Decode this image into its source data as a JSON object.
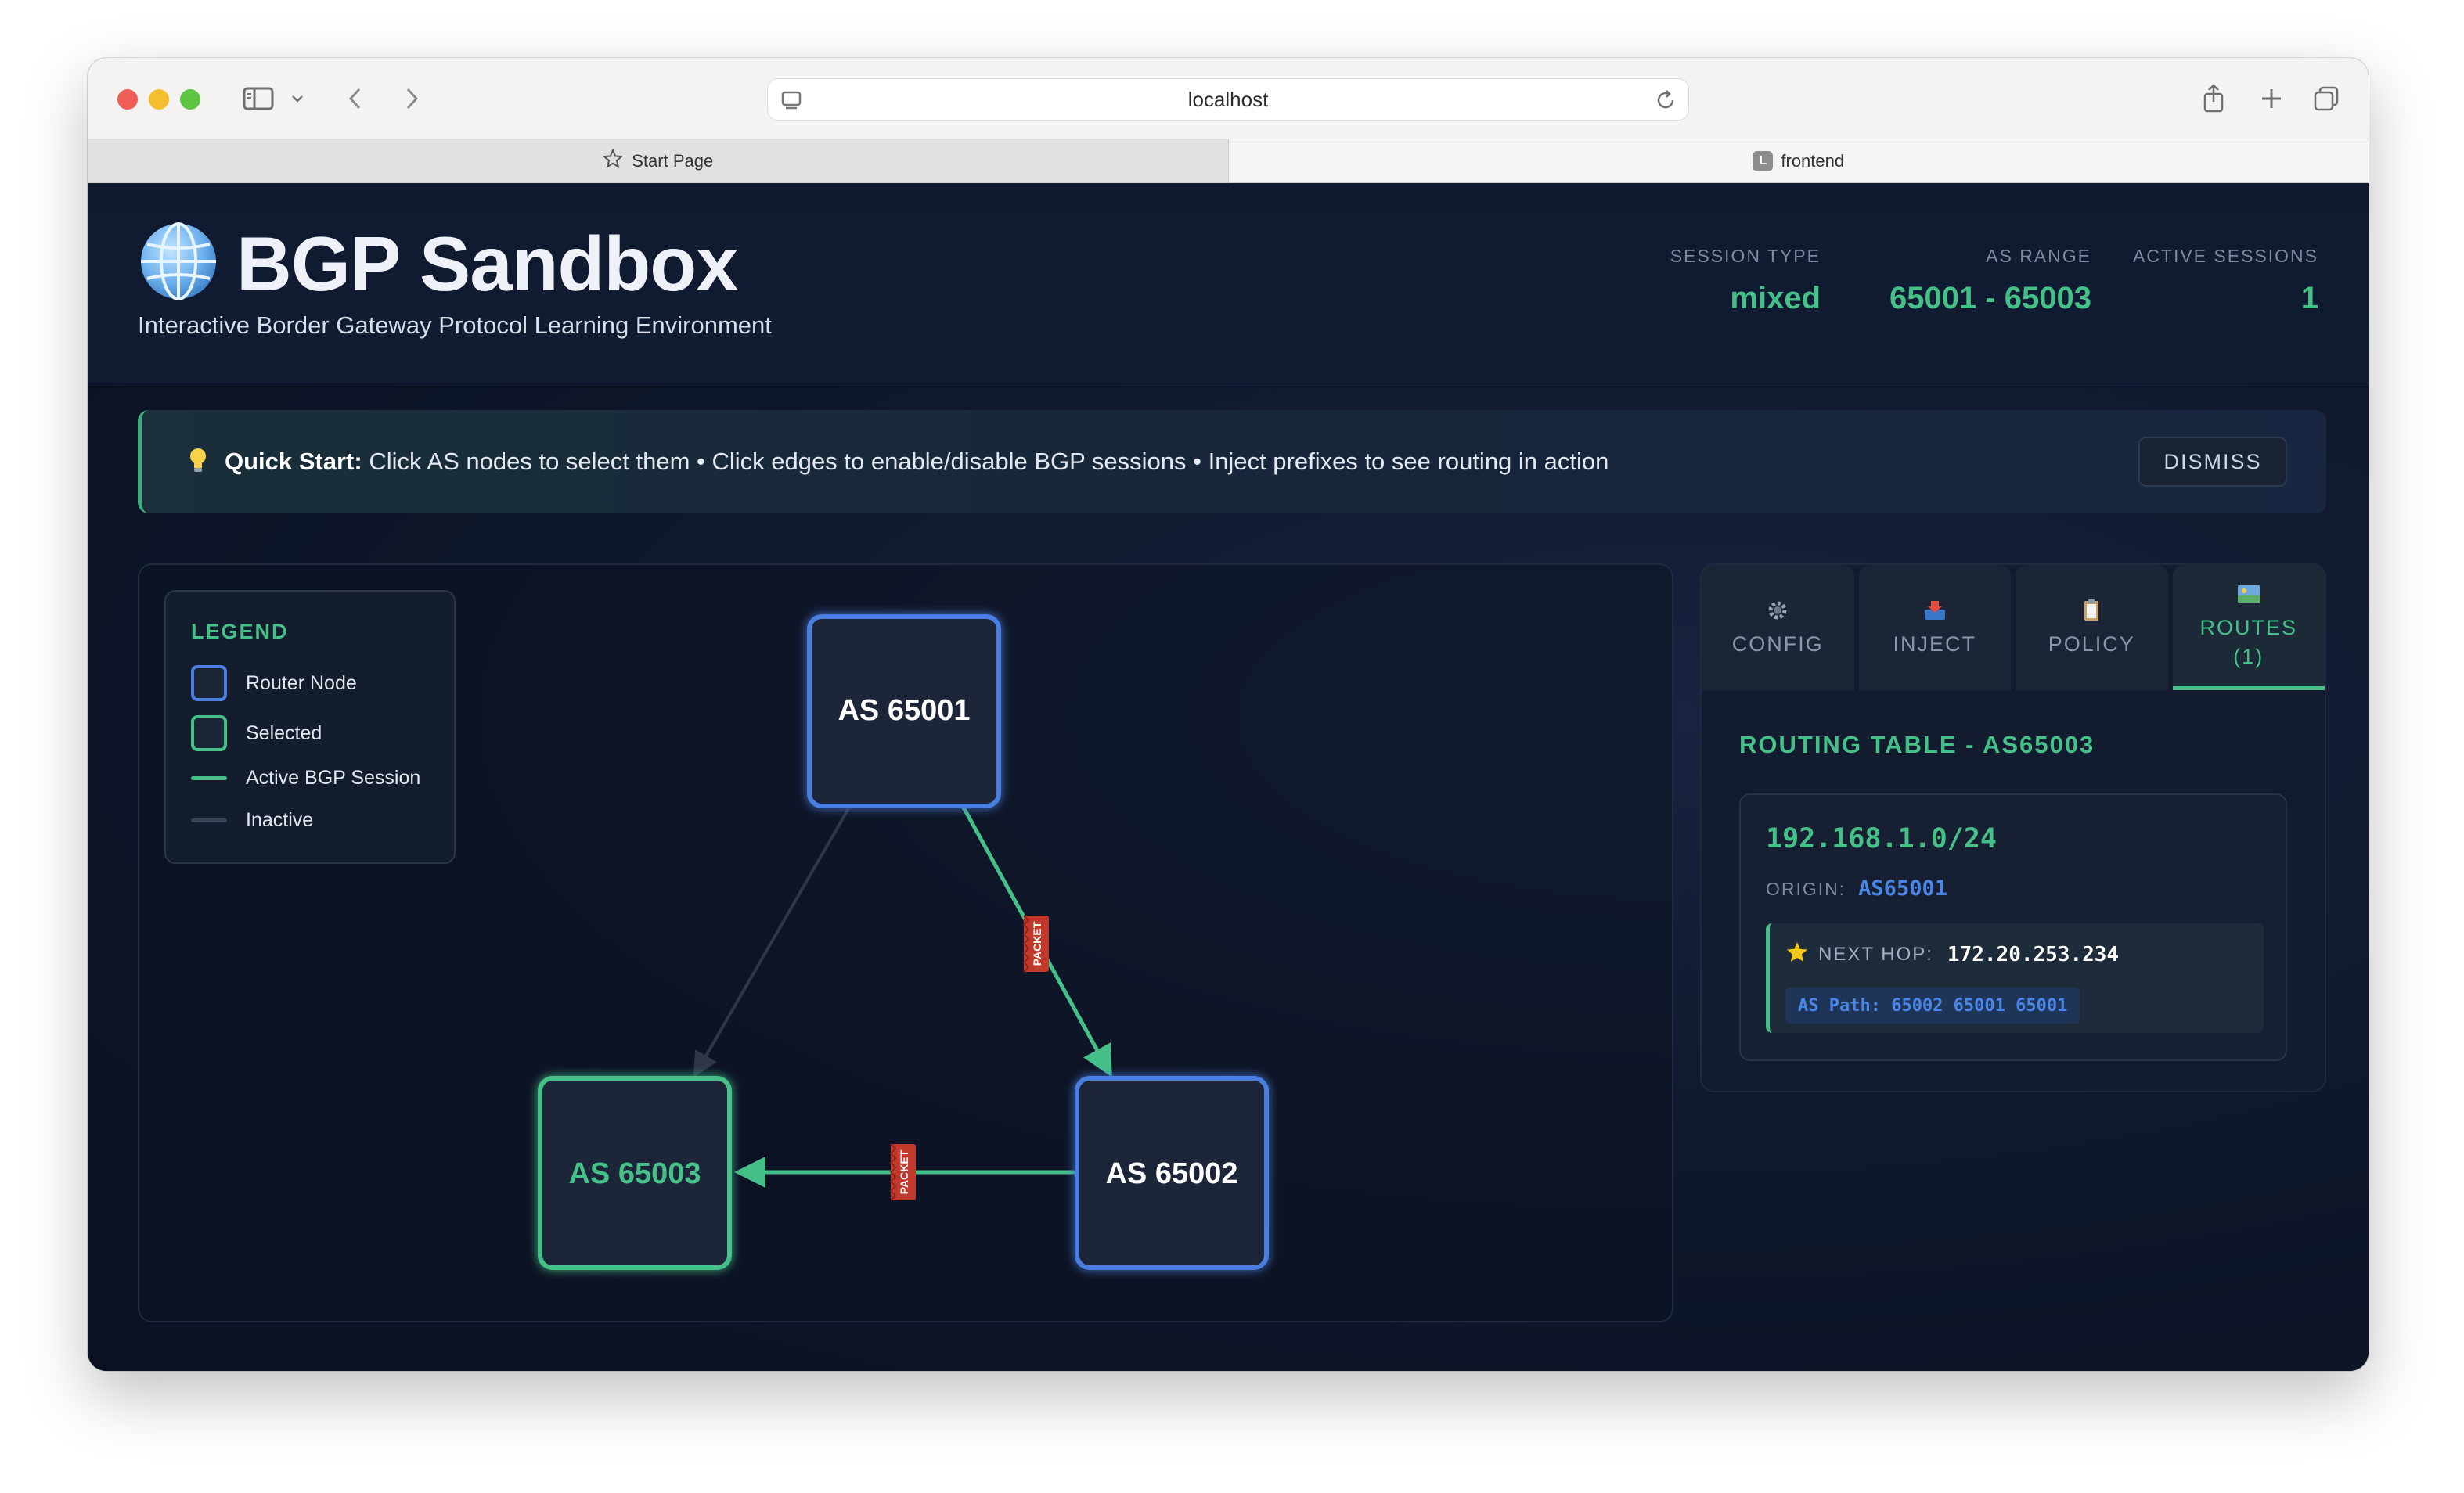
{
  "browser": {
    "url": "localhost",
    "tabs": [
      {
        "label": "Start Page"
      },
      {
        "label": "frontend",
        "favicon_letter": "L"
      }
    ]
  },
  "header": {
    "title": "BGP Sandbox",
    "subtitle": "Interactive Border Gateway Protocol Learning Environment",
    "stats": [
      {
        "label": "SESSION TYPE",
        "value": "mixed"
      },
      {
        "label": "AS RANGE",
        "value": "65001 - 65003"
      },
      {
        "label": "ACTIVE SESSIONS",
        "value": "1"
      }
    ]
  },
  "quickstart": {
    "bold": "Quick Start:",
    "text": "Click AS nodes to select them • Click edges to enable/disable BGP sessions • Inject prefixes to see routing in action",
    "dismiss_label": "DISMISS"
  },
  "legend": {
    "title": "LEGEND",
    "items": [
      "Router Node",
      "Selected",
      "Active BGP Session",
      "Inactive"
    ]
  },
  "graph": {
    "nodes": [
      {
        "id": "AS 65001",
        "state": "router"
      },
      {
        "id": "AS 65002",
        "state": "router"
      },
      {
        "id": "AS 65003",
        "state": "selected"
      }
    ],
    "packet_label": "PACKET",
    "colors": {
      "router": "#4a7fe0",
      "selected": "#45c088",
      "active_edge": "#45c088",
      "inactive_edge": "#2e3648",
      "packet": "#c0392b"
    }
  },
  "side_panel": {
    "tabs": [
      {
        "label": "CONFIG",
        "icon": "gear-icon"
      },
      {
        "label": "INJECT",
        "icon": "inbox-tray-icon"
      },
      {
        "label": "POLICY",
        "icon": "clipboard-icon"
      },
      {
        "label": "ROUTES",
        "count": "(1)",
        "icon": "map-icon"
      }
    ],
    "routing_title": "ROUTING TABLE - AS65003",
    "route": {
      "prefix": "192.168.1.0/24",
      "origin_label": "ORIGIN:",
      "origin_value": "AS65001",
      "next_hop_label": "NEXT HOP:",
      "next_hop_value": "172.20.253.234",
      "as_path": "AS Path: 65002 65001 65001"
    }
  }
}
